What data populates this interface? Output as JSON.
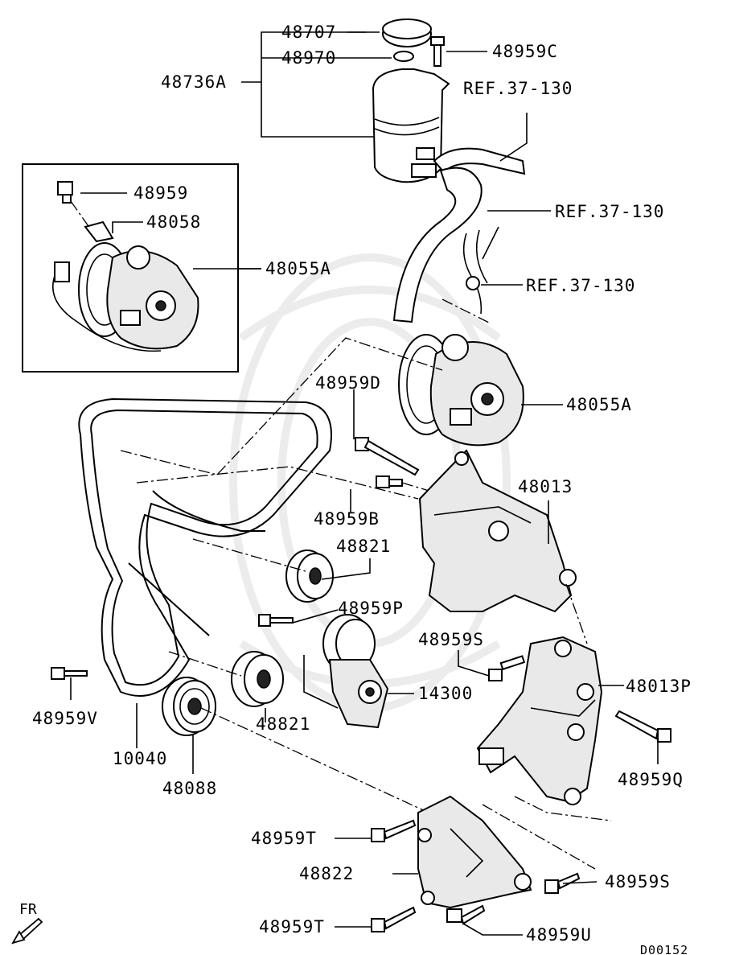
{
  "labels": {
    "cap": "48707",
    "seal": "48970",
    "reservoir": "48736A",
    "bolt_res": "48959C",
    "ref_top": "REF.37-130",
    "ref_mid": "REF.37-130",
    "ref_low": "REF.37-130",
    "inset_bolt": "48959",
    "inset_bracket": "48058",
    "inset_pump": "48055A",
    "pump": "48055A",
    "bolt_d": "48959D",
    "bolt_b": "48959B",
    "bracket": "48013",
    "idler_upper": "48821",
    "bolt_p": "48959P",
    "bolt_s_upper": "48959S",
    "bracket_p": "48013P",
    "tensioner": "14300",
    "idler_lower": "48821",
    "bolt_v": "48959V",
    "belt": "10040",
    "pulley": "48088",
    "bolt_q": "48959Q",
    "bolt_t_upper": "48959T",
    "bracket_lower": "48822",
    "bolt_s_lower": "48959S",
    "bolt_t_lower": "48959T",
    "bolt_u": "48959U"
  },
  "direction_label": "FR",
  "diagram_code": "D00152"
}
